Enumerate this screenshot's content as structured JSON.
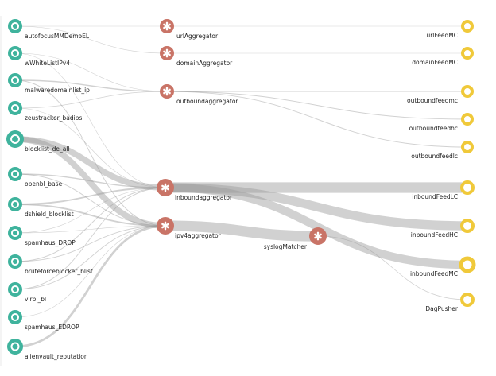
{
  "colors": {
    "miner": "#3fb39d",
    "processor": "#c97467",
    "output": "#f0c93a",
    "link": "#999999"
  },
  "nodes": {
    "miners": [
      {
        "id": "autofocusMMDemoEL",
        "label": "autofocusMMDemoEL"
      },
      {
        "id": "wWhiteListIPv4",
        "label": "wWhiteListIPv4"
      },
      {
        "id": "malwaredomainlist_ip",
        "label": "malwaredomainlist_ip"
      },
      {
        "id": "zeustracker_badips",
        "label": "zeustracker_badips"
      },
      {
        "id": "blocklist_de_all",
        "label": "blocklist_de_all"
      },
      {
        "id": "openbl_base",
        "label": "openbl_base"
      },
      {
        "id": "dshield_blocklist",
        "label": "dshield_blocklist"
      },
      {
        "id": "spamhaus_DROP",
        "label": "spamhaus_DROP"
      },
      {
        "id": "bruteforceblocker_blist",
        "label": "bruteforceblocker_blist"
      },
      {
        "id": "virbl_bl",
        "label": "virbl_bl"
      },
      {
        "id": "spamhaus_EDROP",
        "label": "spamhaus_EDROP"
      },
      {
        "id": "alienvault_reputation",
        "label": "alienvault_reputation"
      }
    ],
    "processors": [
      {
        "id": "urlAggregator",
        "label": "urlAggregator"
      },
      {
        "id": "domainAggregator",
        "label": "domainAggregator"
      },
      {
        "id": "outboundaggregator",
        "label": "outboundaggregator"
      },
      {
        "id": "inboundaggregator",
        "label": "inboundaggregator"
      },
      {
        "id": "ipv4aggregator",
        "label": "ipv4aggregator"
      },
      {
        "id": "syslogMatcher",
        "label": "syslogMatcher"
      }
    ],
    "outputs": [
      {
        "id": "urlFeedMC",
        "label": "urlFeedMC"
      },
      {
        "id": "domainFeedMC",
        "label": "domainFeedMC"
      },
      {
        "id": "outboundfeedmc",
        "label": "outboundfeedmc"
      },
      {
        "id": "outboundfeedhc",
        "label": "outboundfeedhc"
      },
      {
        "id": "outboundfeedlc",
        "label": "outboundfeedlc"
      },
      {
        "id": "inboundFeedLC",
        "label": "inboundFeedLC"
      },
      {
        "id": "inboundFeedHC",
        "label": "inboundFeedHC"
      },
      {
        "id": "inboundFeedMC",
        "label": "inboundFeedMC"
      },
      {
        "id": "DagPusher",
        "label": "DagPusher"
      }
    ]
  },
  "links": [
    {
      "source": "autofocusMMDemoEL",
      "target": "urlAggregator",
      "value": 0.5
    },
    {
      "source": "autofocusMMDemoEL",
      "target": "domainAggregator",
      "value": 0.5
    },
    {
      "source": "wWhiteListIPv4",
      "target": "outboundaggregator",
      "value": 0.5
    },
    {
      "source": "wWhiteListIPv4",
      "target": "inboundaggregator",
      "value": 0.3
    },
    {
      "source": "malwaredomainlist_ip",
      "target": "outboundaggregator",
      "value": 1.5
    },
    {
      "source": "malwaredomainlist_ip",
      "target": "ipv4aggregator",
      "value": 1
    },
    {
      "source": "zeustracker_badips",
      "target": "outboundaggregator",
      "value": 0.8
    },
    {
      "source": "zeustracker_badips",
      "target": "inboundaggregator",
      "value": 0.4
    },
    {
      "source": "blocklist_de_all",
      "target": "inboundaggregator",
      "value": 8
    },
    {
      "source": "blocklist_de_all",
      "target": "ipv4aggregator",
      "value": 8
    },
    {
      "source": "openbl_base",
      "target": "inboundaggregator",
      "value": 1.5
    },
    {
      "source": "openbl_base",
      "target": "ipv4aggregator",
      "value": 1
    },
    {
      "source": "dshield_blocklist",
      "target": "inboundaggregator",
      "value": 2
    },
    {
      "source": "dshield_blocklist",
      "target": "ipv4aggregator",
      "value": 2
    },
    {
      "source": "spamhaus_DROP",
      "target": "inboundaggregator",
      "value": 0.5
    },
    {
      "source": "spamhaus_DROP",
      "target": "ipv4aggregator",
      "value": 0.5
    },
    {
      "source": "bruteforceblocker_blist",
      "target": "inboundaggregator",
      "value": 1
    },
    {
      "source": "bruteforceblocker_blist",
      "target": "ipv4aggregator",
      "value": 1
    },
    {
      "source": "virbl_bl",
      "target": "inboundaggregator",
      "value": 1
    },
    {
      "source": "virbl_bl",
      "target": "ipv4aggregator",
      "value": 1
    },
    {
      "source": "spamhaus_EDROP",
      "target": "ipv4aggregator",
      "value": 0.3
    },
    {
      "source": "alienvault_reputation",
      "target": "ipv4aggregator",
      "value": 3
    },
    {
      "source": "urlAggregator",
      "target": "urlFeedMC",
      "value": 0.3
    },
    {
      "source": "domainAggregator",
      "target": "domainFeedMC",
      "value": 0.3
    },
    {
      "source": "outboundaggregator",
      "target": "outboundfeedmc",
      "value": 1
    },
    {
      "source": "outboundaggregator",
      "target": "outboundfeedhc",
      "value": 1
    },
    {
      "source": "outboundaggregator",
      "target": "outboundfeedlc",
      "value": 1
    },
    {
      "source": "inboundaggregator",
      "target": "inboundFeedLC",
      "value": 14
    },
    {
      "source": "inboundaggregator",
      "target": "inboundFeedHC",
      "value": 12
    },
    {
      "source": "inboundaggregator",
      "target": "inboundFeedMC",
      "value": 11
    },
    {
      "source": "ipv4aggregator",
      "target": "syslogMatcher",
      "value": 14
    },
    {
      "source": "syslogMatcher",
      "target": "DagPusher",
      "value": 0.8
    }
  ]
}
